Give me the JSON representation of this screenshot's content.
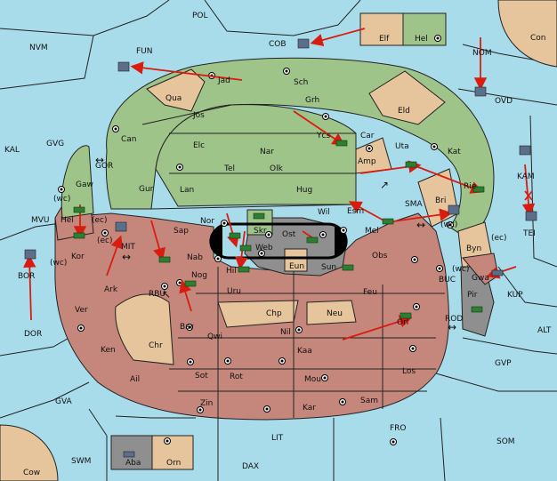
{
  "map": {
    "colors": {
      "sea": "#a9dceb",
      "neutral": "#e6c59c",
      "green_power": "#9fc48a",
      "red_power": "#c5867c",
      "grey_power": "#8f8f8f",
      "orders": "#d81d10"
    },
    "sea_labels": [
      {
        "id": "pol",
        "text": "POL"
      },
      {
        "id": "nvm",
        "text": "NVM"
      },
      {
        "id": "fun",
        "text": "FUN"
      },
      {
        "id": "cob",
        "text": "COB"
      },
      {
        "id": "nom",
        "text": "NOM"
      },
      {
        "id": "ovd",
        "text": "OVD"
      },
      {
        "id": "kal",
        "text": "KAL"
      },
      {
        "id": "gvg",
        "text": "GVG"
      },
      {
        "id": "gor",
        "text": "GOR"
      },
      {
        "id": "mvu",
        "text": "MVU"
      },
      {
        "id": "mit",
        "text": "MIT"
      },
      {
        "id": "bor",
        "text": "BOR"
      },
      {
        "id": "dor",
        "text": "DOR"
      },
      {
        "id": "rbu",
        "text": "RBU"
      },
      {
        "id": "sma",
        "text": "SMA"
      },
      {
        "id": "kam",
        "text": "KAM"
      },
      {
        "id": "tei",
        "text": "TEI"
      },
      {
        "id": "buc",
        "text": "BUC"
      },
      {
        "id": "kup",
        "text": "KUP"
      },
      {
        "id": "rod",
        "text": "ROD"
      },
      {
        "id": "alt",
        "text": "ALT"
      },
      {
        "id": "gvp",
        "text": "GVP"
      },
      {
        "id": "gva",
        "text": "GVA"
      },
      {
        "id": "fro",
        "text": "FRO"
      },
      {
        "id": "som",
        "text": "SOM"
      },
      {
        "id": "lit",
        "text": "LIT"
      },
      {
        "id": "swm",
        "text": "SWM"
      },
      {
        "id": "dax",
        "text": "DAX"
      }
    ],
    "land_labels": [
      {
        "id": "con",
        "text": "Con"
      },
      {
        "id": "elf",
        "text": "Elf"
      },
      {
        "id": "hel",
        "text": "Hel"
      },
      {
        "id": "jad",
        "text": "Jad"
      },
      {
        "id": "sch",
        "text": "Sch"
      },
      {
        "id": "qua",
        "text": "Qua"
      },
      {
        "id": "jos",
        "text": "Jos"
      },
      {
        "id": "grh",
        "text": "Grh"
      },
      {
        "id": "eld",
        "text": "Eld"
      },
      {
        "id": "can",
        "text": "Can"
      },
      {
        "id": "ycs",
        "text": "Ycs"
      },
      {
        "id": "car",
        "text": "Car"
      },
      {
        "id": "uta",
        "text": "Uta"
      },
      {
        "id": "kat",
        "text": "Kat"
      },
      {
        "id": "elc",
        "text": "Elc"
      },
      {
        "id": "nar",
        "text": "Nar"
      },
      {
        "id": "amp",
        "text": "Amp"
      },
      {
        "id": "tel",
        "text": "Tel"
      },
      {
        "id": "olk",
        "text": "Olk"
      },
      {
        "id": "gaw",
        "text": "Gaw"
      },
      {
        "id": "gur",
        "text": "Gur"
      },
      {
        "id": "lan",
        "text": "Lan"
      },
      {
        "id": "hug",
        "text": "Hug"
      },
      {
        "id": "bri",
        "text": "Bri"
      },
      {
        "id": "rie",
        "text": "Rie"
      },
      {
        "id": "wc1",
        "text": "(wc)"
      },
      {
        "id": "wil",
        "text": "Wil"
      },
      {
        "id": "esm",
        "text": "Esm"
      },
      {
        "id": "hel2",
        "text": "Hel"
      },
      {
        "id": "ec1",
        "text": "(ec)"
      },
      {
        "id": "nor",
        "text": "Nor"
      },
      {
        "id": "skr",
        "text": "Skr"
      },
      {
        "id": "sap",
        "text": "Sap"
      },
      {
        "id": "mel",
        "text": "Mel"
      },
      {
        "id": "wc2",
        "text": "(wc)"
      },
      {
        "id": "ec2",
        "text": "(ec)"
      },
      {
        "id": "byn",
        "text": "Byn"
      },
      {
        "id": "ec3",
        "text": "(ec)"
      },
      {
        "id": "web",
        "text": "Web"
      },
      {
        "id": "ost",
        "text": "Ost"
      },
      {
        "id": "kor",
        "text": "Kor"
      },
      {
        "id": "wc3",
        "text": "(wc)"
      },
      {
        "id": "nab",
        "text": "Nab"
      },
      {
        "id": "obs",
        "text": "Obs"
      },
      {
        "id": "hil",
        "text": "Hil"
      },
      {
        "id": "eun",
        "text": "Eun"
      },
      {
        "id": "sun",
        "text": "Sun"
      },
      {
        "id": "wc4",
        "text": "(wc)"
      },
      {
        "id": "gwa",
        "text": "Gwa"
      },
      {
        "id": "nog",
        "text": "Nog"
      },
      {
        "id": "ark",
        "text": "Ark"
      },
      {
        "id": "uru",
        "text": "Uru"
      },
      {
        "id": "feu",
        "text": "Feu"
      },
      {
        "id": "pir",
        "text": "Pir"
      },
      {
        "id": "ver",
        "text": "Ver"
      },
      {
        "id": "chp",
        "text": "Chp"
      },
      {
        "id": "neu",
        "text": "Neu"
      },
      {
        "id": "orl",
        "text": "Orl"
      },
      {
        "id": "bar",
        "text": "Bar"
      },
      {
        "id": "qwi",
        "text": "Qwi"
      },
      {
        "id": "nil",
        "text": "Nil"
      },
      {
        "id": "chr",
        "text": "Chr"
      },
      {
        "id": "ken",
        "text": "Ken"
      },
      {
        "id": "kaa",
        "text": "Kaa"
      },
      {
        "id": "sot",
        "text": "Sot"
      },
      {
        "id": "rot",
        "text": "Rot"
      },
      {
        "id": "ail",
        "text": "Ail"
      },
      {
        "id": "mou",
        "text": "Mou"
      },
      {
        "id": "los",
        "text": "Los"
      },
      {
        "id": "sam",
        "text": "Sam"
      },
      {
        "id": "zin",
        "text": "Zin"
      },
      {
        "id": "kar",
        "text": "Kar"
      },
      {
        "id": "aba",
        "text": "Aba"
      },
      {
        "id": "orn",
        "text": "Orn"
      },
      {
        "id": "cow",
        "text": "Cow"
      }
    ]
  }
}
